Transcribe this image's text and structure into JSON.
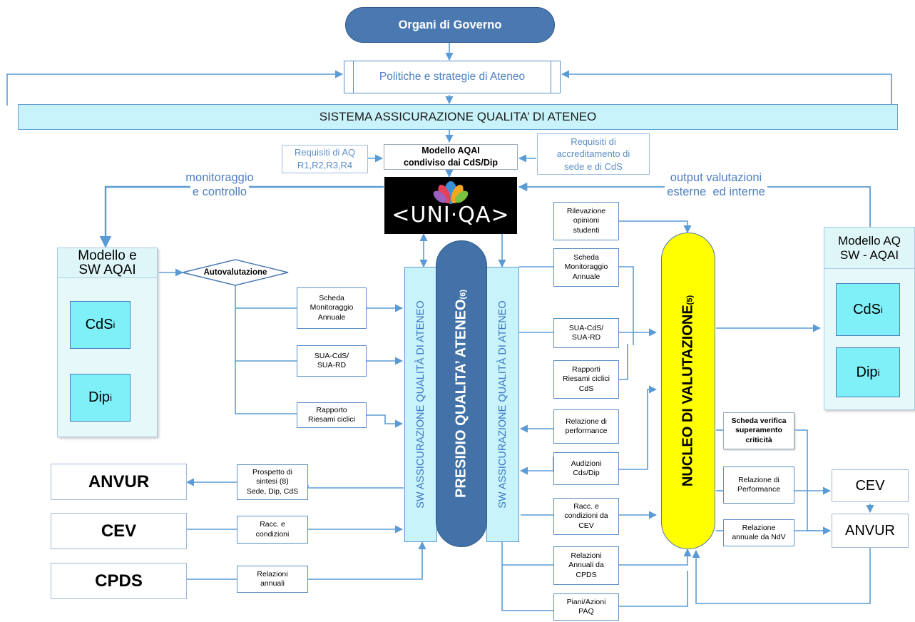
{
  "top": {
    "organi": "Organi di Governo",
    "politiche": "Politiche e strategie di Ateneo",
    "sistema": "SISTEMA ASSICURAZIONE QUALITA’ DI ATENEO"
  },
  "modello": {
    "title_line1": "Modello AQAI",
    "title_line2": "condiviso dai CdS/Dip",
    "req_left_line1": "Requisiti di AQ",
    "req_left_line2": "R1,R2,R3,R4",
    "req_right_line1": "Requisiti di",
    "req_right_line2": "accreditamento di",
    "req_right_line3": "sede e di CdS"
  },
  "logo": {
    "text": "<UNI·QA>"
  },
  "labels": {
    "monitor_line1": "monitoraggio",
    "monitor_line2": "e controllo",
    "output_line1": "output valutazioni",
    "output_line2": "esterne  ed interne"
  },
  "left_model": {
    "title_line1": "Modello e",
    "title_line2": "SW AQAI",
    "cds": "CdS",
    "cds_sub": "i",
    "dip": "Dip",
    "dip_sub": "i"
  },
  "right_model": {
    "title_line1": "Modello AQ",
    "title_line2": "SW - AQAI",
    "cds": "CdS",
    "cds_sub": "i",
    "dip": "Dip",
    "dip_sub": "i"
  },
  "autovalutazione": "Autovalutazione",
  "sw_label": "SW ASSICURAZIONE QUALITÀ DI ATENEO",
  "presidio": {
    "text": "PRESIDIO QUALITA’ ATENEO",
    "sup": "(6)"
  },
  "nucleo": {
    "text": "NUCLEO DI VALUTAZIONE",
    "sup": "(5)"
  },
  "left_docs": {
    "scheda": [
      "Scheda",
      "Monitoraggio",
      "Annuale"
    ],
    "sua": [
      "SUA-CdS/",
      "SUA-RD"
    ],
    "rapporto": [
      "Rapporto",
      "Riesami ciclici"
    ],
    "prospetto": [
      "Prospetto di",
      "sintesi (8)",
      "Sede, Dip, CdS"
    ],
    "racc": [
      "Racc. e",
      "condizioni"
    ],
    "relazioni": [
      "Relazioni",
      "annuali"
    ]
  },
  "mid_docs": {
    "rilevazione": [
      "Rilevazione",
      "opinioni",
      "studenti"
    ],
    "scheda": [
      "Scheda",
      "Monitoraggio",
      "Annuale"
    ],
    "sua": [
      "SUA-CdS/",
      "SUA-RD"
    ],
    "rapporti": [
      "Rapporti",
      "Riesami ciclici",
      "CdS"
    ],
    "performance": [
      "Relazione di",
      "performance"
    ],
    "audizioni": [
      "Audizioni",
      "Cds/Dip"
    ],
    "racc": [
      "Racc. e",
      "condizioni da",
      "CEV"
    ],
    "cpds": [
      "Relazioni",
      "Annuali da",
      "CPDS"
    ],
    "piani": [
      "Piani/Azioni",
      "PAQ"
    ]
  },
  "right_docs": {
    "scheda_verifica": [
      "Scheda verifica",
      "superamento",
      "criticità"
    ],
    "rel_perf": [
      "Relazione di",
      "Performance"
    ],
    "rel_ndv": [
      "Relazione",
      "annuale da NdV"
    ]
  },
  "externals": {
    "anvur": "ANVUR",
    "cev": "CEV",
    "cpds": "CPDS",
    "cev_right": "CEV",
    "anvur_right": "ANVUR"
  },
  "colors": {
    "line": "#5b9bd5",
    "organi_fill": "#4a78b0",
    "presidio_fill": "#4272a7",
    "nucleo_fill": "#ffff00",
    "cyan": "#c9f3fa",
    "cyan_dark": "#7feff8"
  }
}
